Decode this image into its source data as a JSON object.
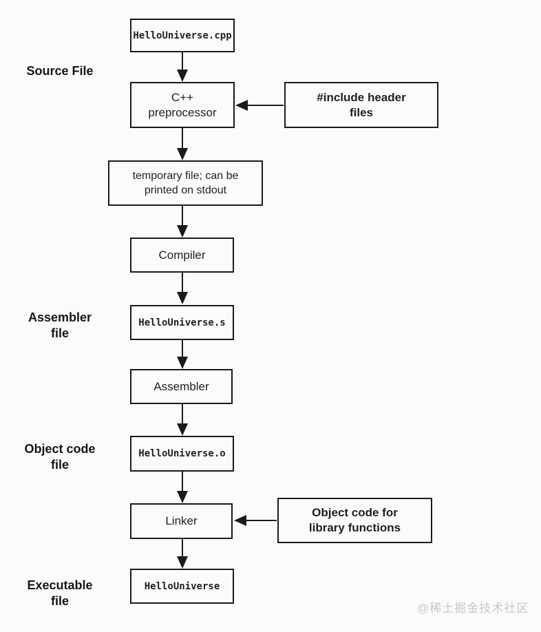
{
  "diagram": {
    "type": "flowchart",
    "topic": "C++ compilation pipeline",
    "nodes": {
      "source_file": "HelloUniverse.cpp",
      "preprocessor": "C++\npreprocessor",
      "include_headers": "#include header\nfiles",
      "temp_file": "temporary file; can be\nprinted on stdout",
      "compiler": "Compiler",
      "assembler_file": "HelloUniverse.s",
      "assembler": "Assembler",
      "object_file": "HelloUniverse.o",
      "linker": "Linker",
      "library_objects": "Object code for\nlibrary functions",
      "executable": "HelloUniverse"
    },
    "stage_labels": {
      "source": "Source File",
      "assembler": "Assembler\nfile",
      "object": "Object code\nfile",
      "executable": "Executable\nfile"
    },
    "watermark": "@稀土掘金技术社区",
    "colors": {
      "line": "#1a1a1a",
      "box_border": "#1a1a1a",
      "background": "#fbfbfb",
      "watermark": "#c9c9c9"
    }
  }
}
